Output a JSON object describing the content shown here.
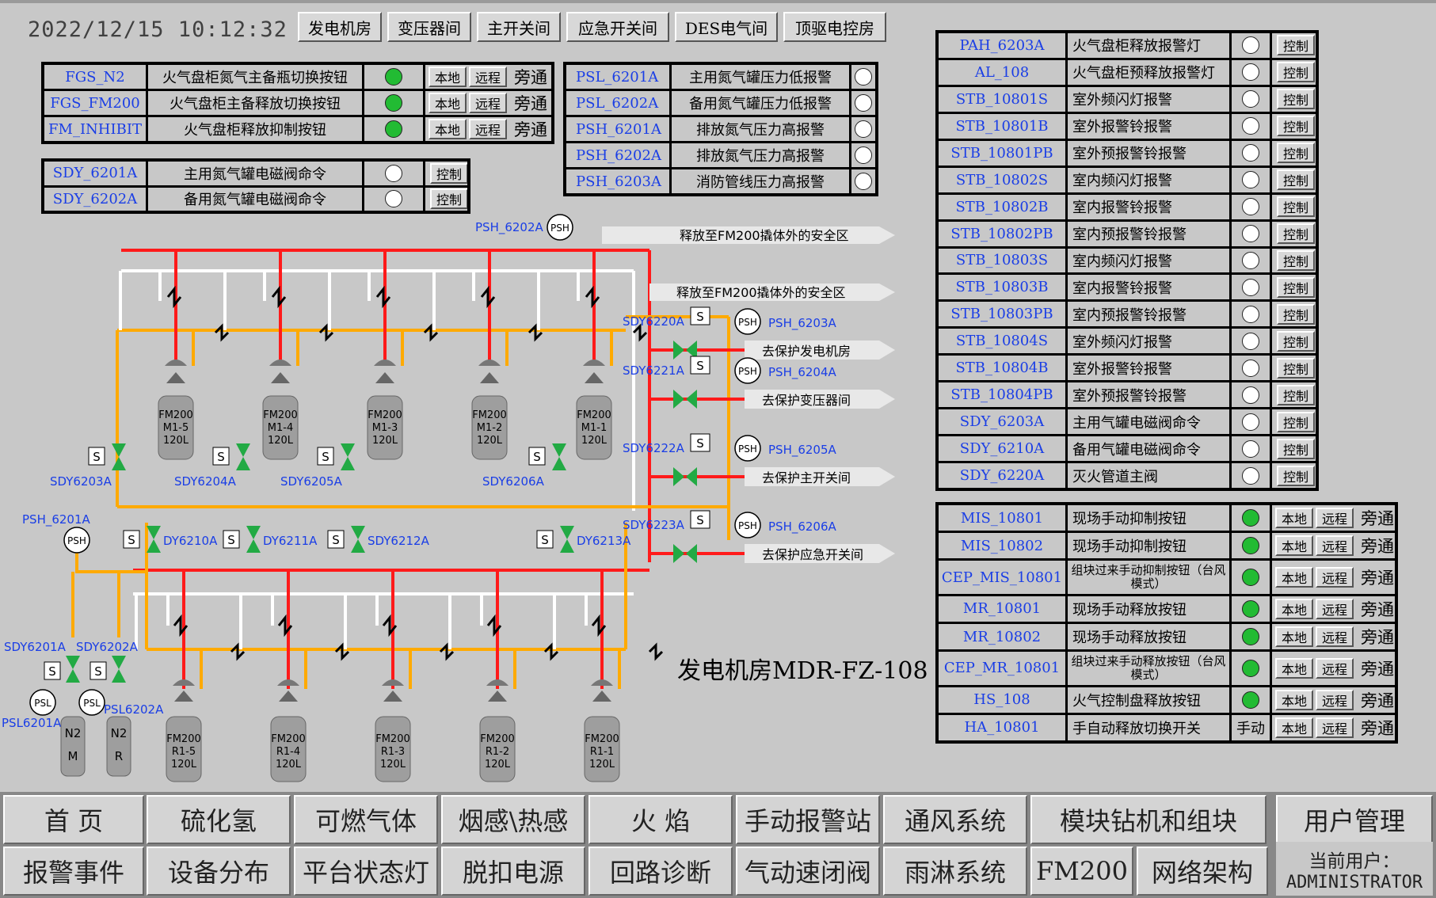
{
  "datetime": "2022/12/15 10:12:32",
  "room_buttons": [
    "发电机房",
    "变压器间",
    "主开关间",
    "应急开关间",
    "DES电气间",
    "顶驱电控房"
  ],
  "labels": {
    "local": "本地",
    "remote": "远程",
    "bypass": "旁通",
    "control": "控制",
    "manual": "手动"
  },
  "colors": {
    "on": "#22bb33",
    "off": "#ffffff",
    "tag": "#1a3ee6",
    "nitrogen_pipe": "#ff1a1a",
    "agent_pipe": "#ffaa00",
    "release_pipe": "#ffffff",
    "valve": "#22aa44"
  },
  "fgs_table": [
    {
      "tag": "FGS_N2",
      "desc": "火气盘柜氮气主备瓶切换按钮",
      "state": "on"
    },
    {
      "tag": "FGS_FM200",
      "desc": "火气盘柜主备释放切换按钮",
      "state": "on"
    },
    {
      "tag": "FM_INHIBIT",
      "desc": "火气盘柜释放抑制按钮",
      "state": "on"
    }
  ],
  "sdy_table": [
    {
      "tag": "SDY_6201A",
      "desc": "主用氮气罐电磁阀命令",
      "state": "off"
    },
    {
      "tag": "SDY_6202A",
      "desc": "备用氮气罐电磁阀命令",
      "state": "off"
    }
  ],
  "pressure_table": [
    {
      "tag": "PSL_6201A",
      "desc": "主用氮气罐压力低报警",
      "state": "off"
    },
    {
      "tag": "PSL_6202A",
      "desc": "备用氮气罐压力低报警",
      "state": "off"
    },
    {
      "tag": "PSH_6201A",
      "desc": "排放氮气压力高报警",
      "state": "off"
    },
    {
      "tag": "PSH_6202A",
      "desc": "排放氮气压力高报警",
      "state": "off"
    },
    {
      "tag": "PSH_6203A",
      "desc": "消防管线压力高报警",
      "state": "off"
    }
  ],
  "alarm_table": [
    {
      "tag": "PAH_6203A",
      "desc": "火气盘柜释放报警灯"
    },
    {
      "tag": "AL_108",
      "desc": "火气盘柜预释放报警灯"
    },
    {
      "tag": "STB_10801S",
      "desc": "室外频闪灯报警"
    },
    {
      "tag": "STB_10801B",
      "desc": "室外报警铃报警"
    },
    {
      "tag": "STB_10801PB",
      "desc": "室外预报警铃报警"
    },
    {
      "tag": "STB_10802S",
      "desc": "室内频闪灯报警"
    },
    {
      "tag": "STB_10802B",
      "desc": "室内报警铃报警"
    },
    {
      "tag": "STB_10802PB",
      "desc": "室内预报警铃报警"
    },
    {
      "tag": "STB_10803S",
      "desc": "室内频闪灯报警"
    },
    {
      "tag": "STB_10803B",
      "desc": "室内报警铃报警"
    },
    {
      "tag": "STB_10803PB",
      "desc": "室内预报警铃报警"
    },
    {
      "tag": "STB_10804S",
      "desc": "室外频闪灯报警"
    },
    {
      "tag": "STB_10804B",
      "desc": "室外报警铃报警"
    },
    {
      "tag": "STB_10804PB",
      "desc": "室外预报警铃报警"
    },
    {
      "tag": "SDY_6203A",
      "desc": "主用气罐电磁阀命令"
    },
    {
      "tag": "SDY_6210A",
      "desc": "备用气罐电磁阀命令"
    },
    {
      "tag": "SDY_6220A",
      "desc": "灭火管道主阀"
    }
  ],
  "manual_table": [
    {
      "tag": "MIS_10801",
      "desc": "现场手动抑制按钮",
      "state": "on"
    },
    {
      "tag": "MIS_10802",
      "desc": "现场手动抑制按钮",
      "state": "on"
    },
    {
      "tag": "CEP_MIS_10801",
      "desc": "组块过来手动抑制按钮（台风模式）",
      "state": "on"
    },
    {
      "tag": "MR_10801",
      "desc": "现场手动释放按钮",
      "state": "on"
    },
    {
      "tag": "MR_10802",
      "desc": "现场手动释放按钮",
      "state": "on"
    },
    {
      "tag": "CEP_MR_10801",
      "desc": "组块过来手动释放按钮（台风模式）",
      "state": "on"
    },
    {
      "tag": "HS_108",
      "desc": "火气控制盘释放按钮",
      "state": "on"
    },
    {
      "tag": "HA_10801",
      "desc": "手自动释放切换开关",
      "state": "manual"
    }
  ],
  "diagram": {
    "title": "发电机房MDR-FZ-108",
    "release_note": "释放至FM200撬体外的安全区",
    "psh_6202a": "PSH_6202A",
    "psh": "PSH",
    "psl": "PSL",
    "s": "S",
    "outlets": [
      {
        "valve": "SDY6220A",
        "psh": "PSH_6203A",
        "dest": "去保护发电机房"
      },
      {
        "valve": "SDY6221A",
        "psh": "PSH_6204A",
        "dest": "去保护变压器间"
      },
      {
        "valve": "SDY6222A",
        "psh": "PSH_6205A",
        "dest": "去保护主开关间"
      },
      {
        "valve": "SDY6223A",
        "psh": "PSH_6206A",
        "dest": "去保护应急开关间"
      }
    ],
    "upper_bottles": [
      {
        "l1": "FM200",
        "l2": "M1-5",
        "l3": "120L"
      },
      {
        "l1": "FM200",
        "l2": "M1-4",
        "l3": "120L"
      },
      {
        "l1": "FM200",
        "l2": "M1-3",
        "l3": "120L"
      },
      {
        "l1": "FM200",
        "l2": "M1-2",
        "l3": "120L"
      },
      {
        "l1": "FM200",
        "l2": "M1-1",
        "l3": "120L"
      }
    ],
    "lower_bottles": [
      {
        "l1": "FM200",
        "l2": "R1-5",
        "l3": "120L"
      },
      {
        "l1": "FM200",
        "l2": "R1-4",
        "l3": "120L"
      },
      {
        "l1": "FM200",
        "l2": "R1-3",
        "l3": "120L"
      },
      {
        "l1": "FM200",
        "l2": "R1-2",
        "l3": "120L"
      },
      {
        "l1": "FM200",
        "l2": "R1-1",
        "l3": "120L"
      }
    ],
    "upper_valves": [
      "SDY6203A",
      "SDY6204A",
      "SDY6205A",
      "SDY6206A"
    ],
    "mid_valves": [
      "DY6210A",
      "DY6211A",
      "SDY6212A",
      "DY6213A"
    ],
    "psh_6201a": "PSH_6201A",
    "n2_valves": [
      "SDY6201A",
      "SDY6202A"
    ],
    "psl_tags": [
      "PSL6201A",
      "PSL6202A"
    ],
    "n2_bottles": [
      {
        "l1": "N2",
        "l2": "M"
      },
      {
        "l1": "N2",
        "l2": "R"
      }
    ]
  },
  "nav_row1": [
    "首 页",
    "硫化氢",
    "可燃气体",
    "烟感\\热感",
    "火 焰",
    "手动报警站",
    "通风系统",
    "模块钻机和组块",
    "用户管理"
  ],
  "nav_row2": [
    "报警事件",
    "设备分布",
    "平台状态灯",
    "脱扣电源",
    "回路诊断",
    "气动速闭阀",
    "雨淋系统",
    "FM200",
    "网络架构"
  ],
  "user": {
    "label": "当前用户：",
    "name": "ADMINISTRATOR"
  }
}
